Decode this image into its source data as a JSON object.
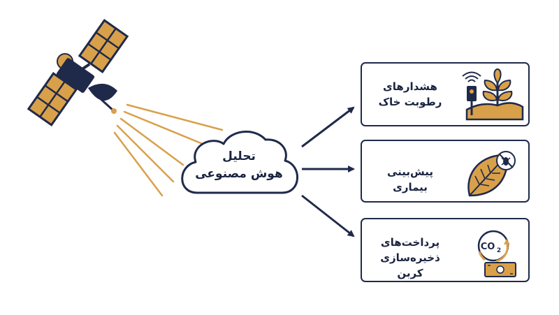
{
  "colors": {
    "navy": "#1f2a4a",
    "gold": "#d9a04a",
    "white": "#ffffff"
  },
  "ai_cloud": {
    "line1": "تحلیل",
    "line2": "هوش مصنوعی",
    "icon": "cloud-icon"
  },
  "satellite": {
    "icon": "satellite-icon"
  },
  "cards": [
    {
      "line1": "هشدارهای",
      "line2": "رطوبت خاک",
      "icon": "plant-moisture-sensor-icon"
    },
    {
      "line1": "پیش‌بینی بیماری",
      "line2": "",
      "icon": "diseased-leaf-icon"
    },
    {
      "line1": "پرداخت‌های",
      "line2": "ذخیره‌سازی کربن",
      "icon": "co2-payment-icon",
      "co2_label": "CO",
      "co2_sub": "2"
    }
  ]
}
